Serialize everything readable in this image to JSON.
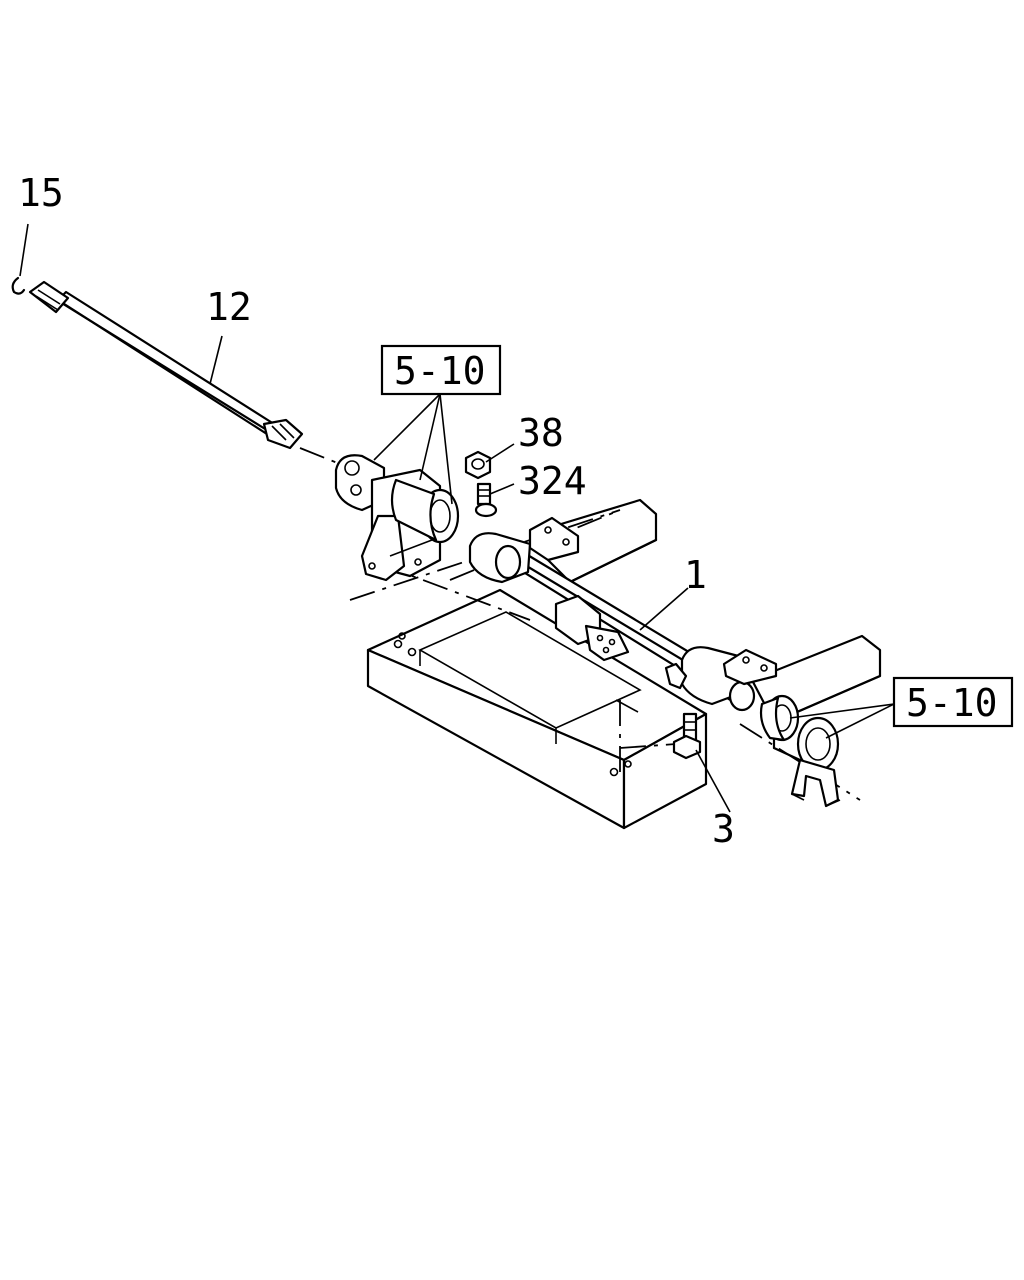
{
  "diagram": {
    "callouts": {
      "c15": "15",
      "c12": "12",
      "c38": "38",
      "c324": "324",
      "c1": "1",
      "c3": "3"
    },
    "boxes": {
      "ref_left": "5-10",
      "ref_right": "5-10"
    },
    "colors": {
      "ink": "#000000",
      "paper": "#ffffff"
    }
  }
}
